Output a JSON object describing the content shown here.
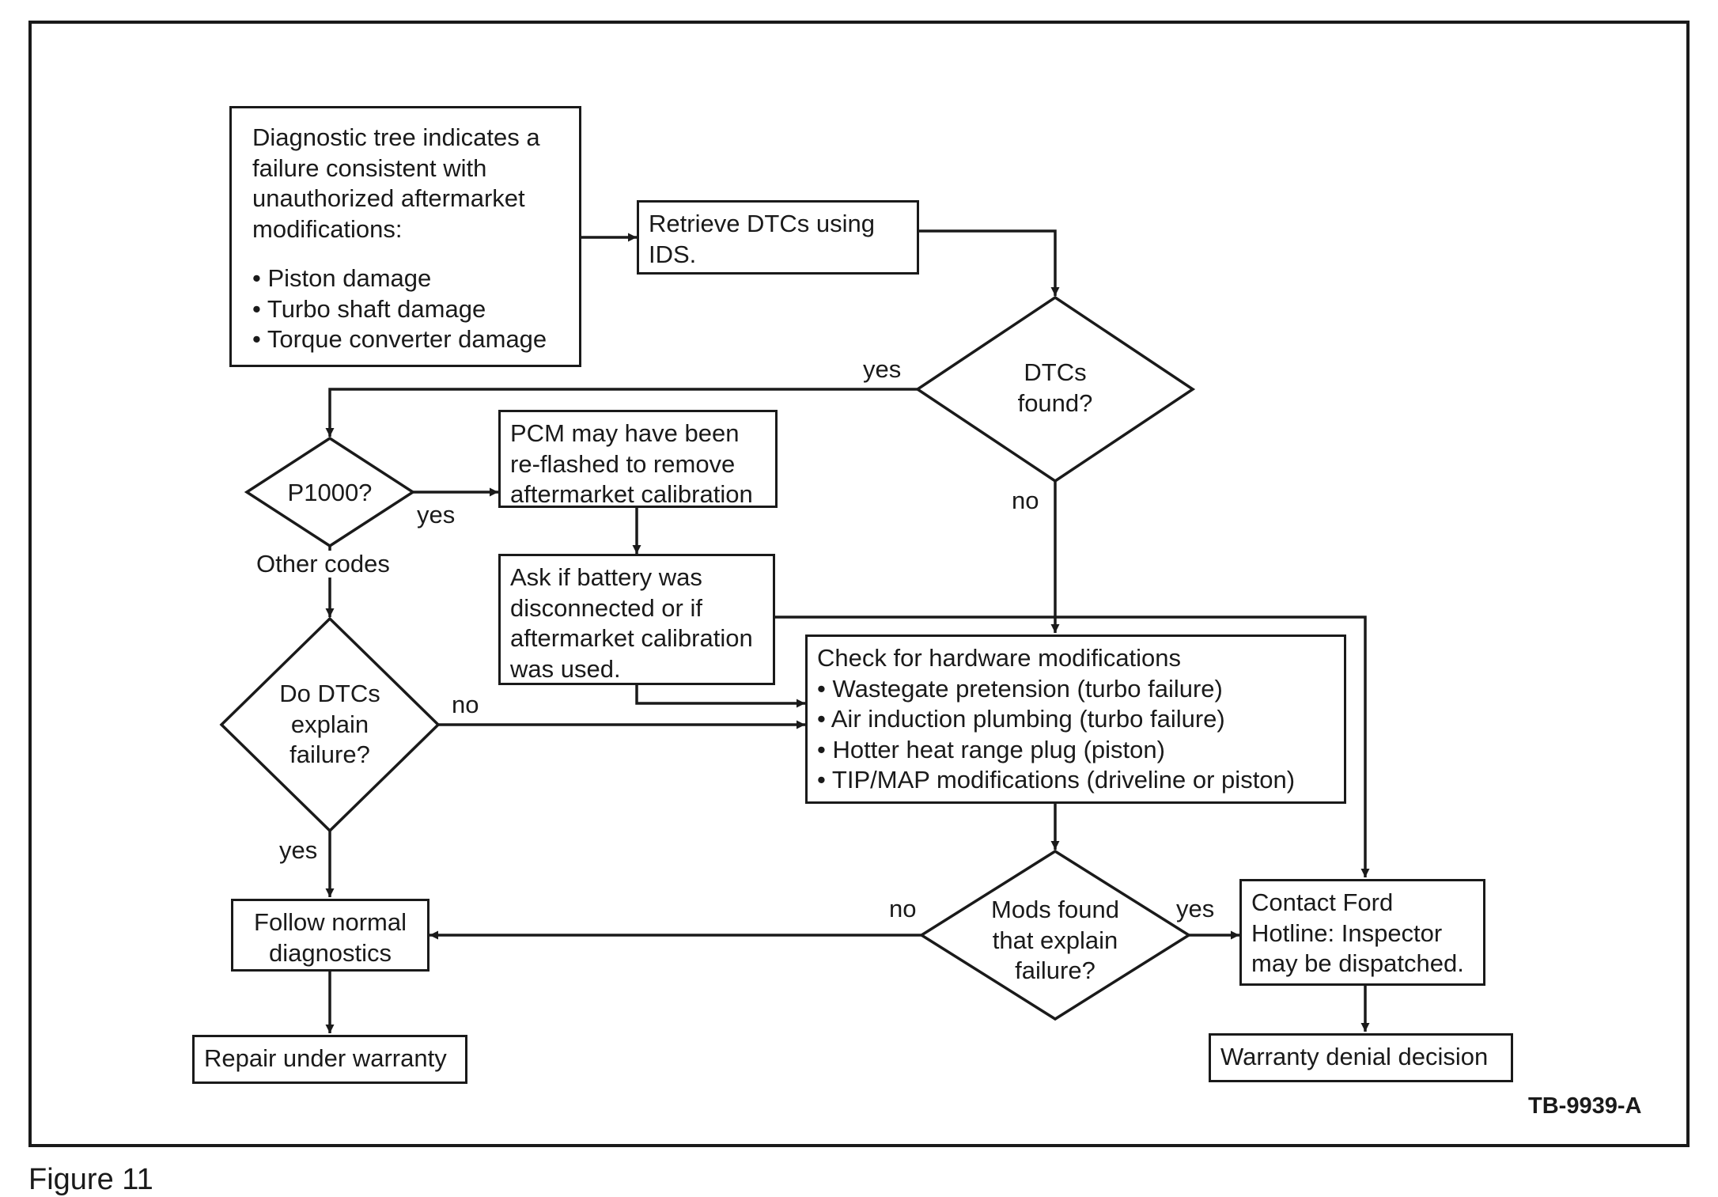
{
  "boxes": {
    "start": {
      "lines": [
        "Diagnostic tree indicates a",
        "failure consistent with",
        "unauthorized aftermarket",
        "modifications:"
      ],
      "bullets": [
        "• Piston damage",
        "• Turbo shaft damage",
        "• Torque converter damage"
      ]
    },
    "retrieve": [
      "Retrieve DTCs using",
      "IDS."
    ],
    "pcm": [
      "PCM may have been",
      "re-flashed to remove",
      "aftermarket calibration"
    ],
    "ask": [
      "Ask if battery was",
      "disconnected or if",
      "aftermarket calibration",
      "was used."
    ],
    "check": [
      "Check for hardware modifications",
      "• Wastegate pretension (turbo failure)",
      "• Air induction plumbing (turbo failure)",
      "• Hotter heat range plug (piston)",
      "• TIP/MAP modifications (driveline or piston)"
    ],
    "follow": [
      "Follow normal",
      "diagnostics"
    ],
    "repair": "Repair under warranty",
    "contact": [
      "Contact Ford",
      "Hotline: Inspector",
      "may be dispatched."
    ],
    "denial": "Warranty denial decision"
  },
  "decisions": {
    "dtcs_found": [
      "DTCs",
      "found?"
    ],
    "p1000": "P1000?",
    "explain": [
      "Do DTCs",
      "explain",
      "failure?"
    ],
    "mods": [
      "Mods found",
      "that explain",
      "failure?"
    ]
  },
  "labels": {
    "yes_dtcs": "yes",
    "no_dtcs": "no",
    "yes_p1000": "yes",
    "other_codes": "Other codes",
    "no_explain": "no",
    "yes_explain": "yes",
    "no_mods": "no",
    "yes_mods": "yes"
  },
  "figure_code": "TB-9939-A",
  "caption": "Figure 11"
}
